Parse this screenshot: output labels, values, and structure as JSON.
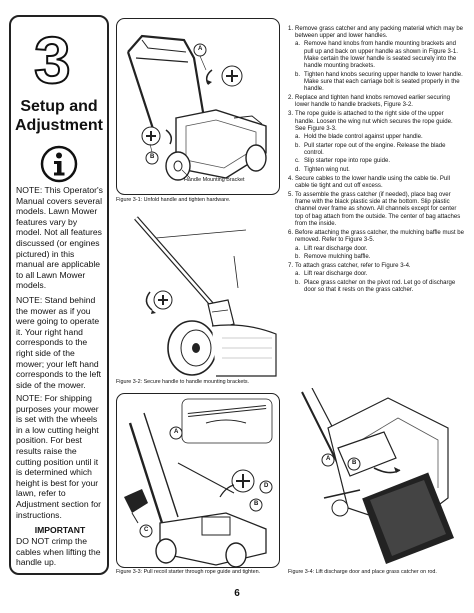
{
  "sidebar": {
    "chapter_number": "3",
    "title_line1": "Setup and",
    "title_line2": "Adjustment",
    "info_icon": "info-icon",
    "note1": "NOTE: This Operator's Manual covers several models. Lawn Mower features vary by model. Not all features discussed (or engines pictured) in this manual are applicable to all Lawn Mower models.",
    "note2": "NOTE: Stand behind the mower as if you were going to operate it. Your right hand corresponds to the right side of the mower; your left hand corresponds to the left side of the mower.",
    "note3": "NOTE: For shipping purposes your mower is set with the wheels in a low cutting height position. For best results raise the cutting position until it is determined which height is best for your lawn, refer to Adjustment section for instructions.",
    "important_heading": "IMPORTANT",
    "important_text": "DO NOT crimp the cables when lifting the handle up."
  },
  "figures": {
    "fig1": {
      "caption": "Figure 3-1: Unfold handle and tighten hardware.",
      "label_a": "A",
      "label_b": "B",
      "label_bracket": "Handle Mounting Bracket"
    },
    "fig2": {
      "caption": "Figure 3-2: Secure handle to handle mounting brackets."
    },
    "fig3": {
      "caption": "Figure 3-3: Pull recoil starter through rope guide and tighten.",
      "label_a": "A",
      "label_b": "B",
      "label_c": "C",
      "label_d": "D"
    },
    "fig4": {
      "caption": "Figure 3-4: Lift discharge door and place grass catcher on rod.",
      "label_a": "A",
      "label_b": "B"
    }
  },
  "instructions": {
    "steps": [
      {
        "num": "1.",
        "text": "Remove grass catcher and any packing material which may be between upper and lower handles.",
        "subs": [
          {
            "letter": "a.",
            "text": "Remove hand knobs from handle mounting brackets and pull up and back on upper handle as shown in Figure 3-1. Make certain the lower handle is seated securely into the handle mounting brackets."
          },
          {
            "letter": "b.",
            "text": "Tighten hand knobs securing upper handle to lower handle. Make sure that each carriage bolt is seated properly in the handle."
          }
        ]
      },
      {
        "num": "2.",
        "text": "Replace and tighten hand knobs removed earlier securing lower handle to handle brackets, Figure 3-2.",
        "subs": []
      },
      {
        "num": "3.",
        "text": "The rope guide is attached to the right side of the upper handle. Loosen the wing nut which secures the rope guide. See Figure 3-3.",
        "subs": [
          {
            "letter": "a.",
            "text": "Hold the blade control against upper handle."
          },
          {
            "letter": "b.",
            "text": "Pull starter rope out of the engine. Release the blade control."
          },
          {
            "letter": "c.",
            "text": "Slip starter rope into rope guide."
          },
          {
            "letter": "d.",
            "text": "Tighten wing nut."
          }
        ]
      },
      {
        "num": "4.",
        "text": "Secure cables to the lower handle using the cable tie. Pull cable tie tight and cut off excess.",
        "subs": []
      },
      {
        "num": "5.",
        "text": "To assemble the grass catcher (if needed), place bag over frame with the black plastic side at the bottom. Slip plastic channel over frame as shown. All channels except for center top of bag attach from the outside. The center of bag attaches from the inside.",
        "subs": []
      },
      {
        "num": "6.",
        "text": "Before attaching the grass catcher, the mulching baffle must be removed. Refer to Figure 3-5.",
        "subs": [
          {
            "letter": "a.",
            "text": "Lift rear discharge door."
          },
          {
            "letter": "b.",
            "text": "Remove mulching baffle."
          }
        ]
      },
      {
        "num": "7.",
        "text": "To attach grass catcher, refer to Figure 3-4.",
        "subs": [
          {
            "letter": "a.",
            "text": "Lift rear discharge door."
          },
          {
            "letter": "b.",
            "text": "Place grass catcher on the pivot rod. Let go of discharge door so that it rests on the grass catcher."
          }
        ]
      }
    ]
  },
  "page_number": "6"
}
